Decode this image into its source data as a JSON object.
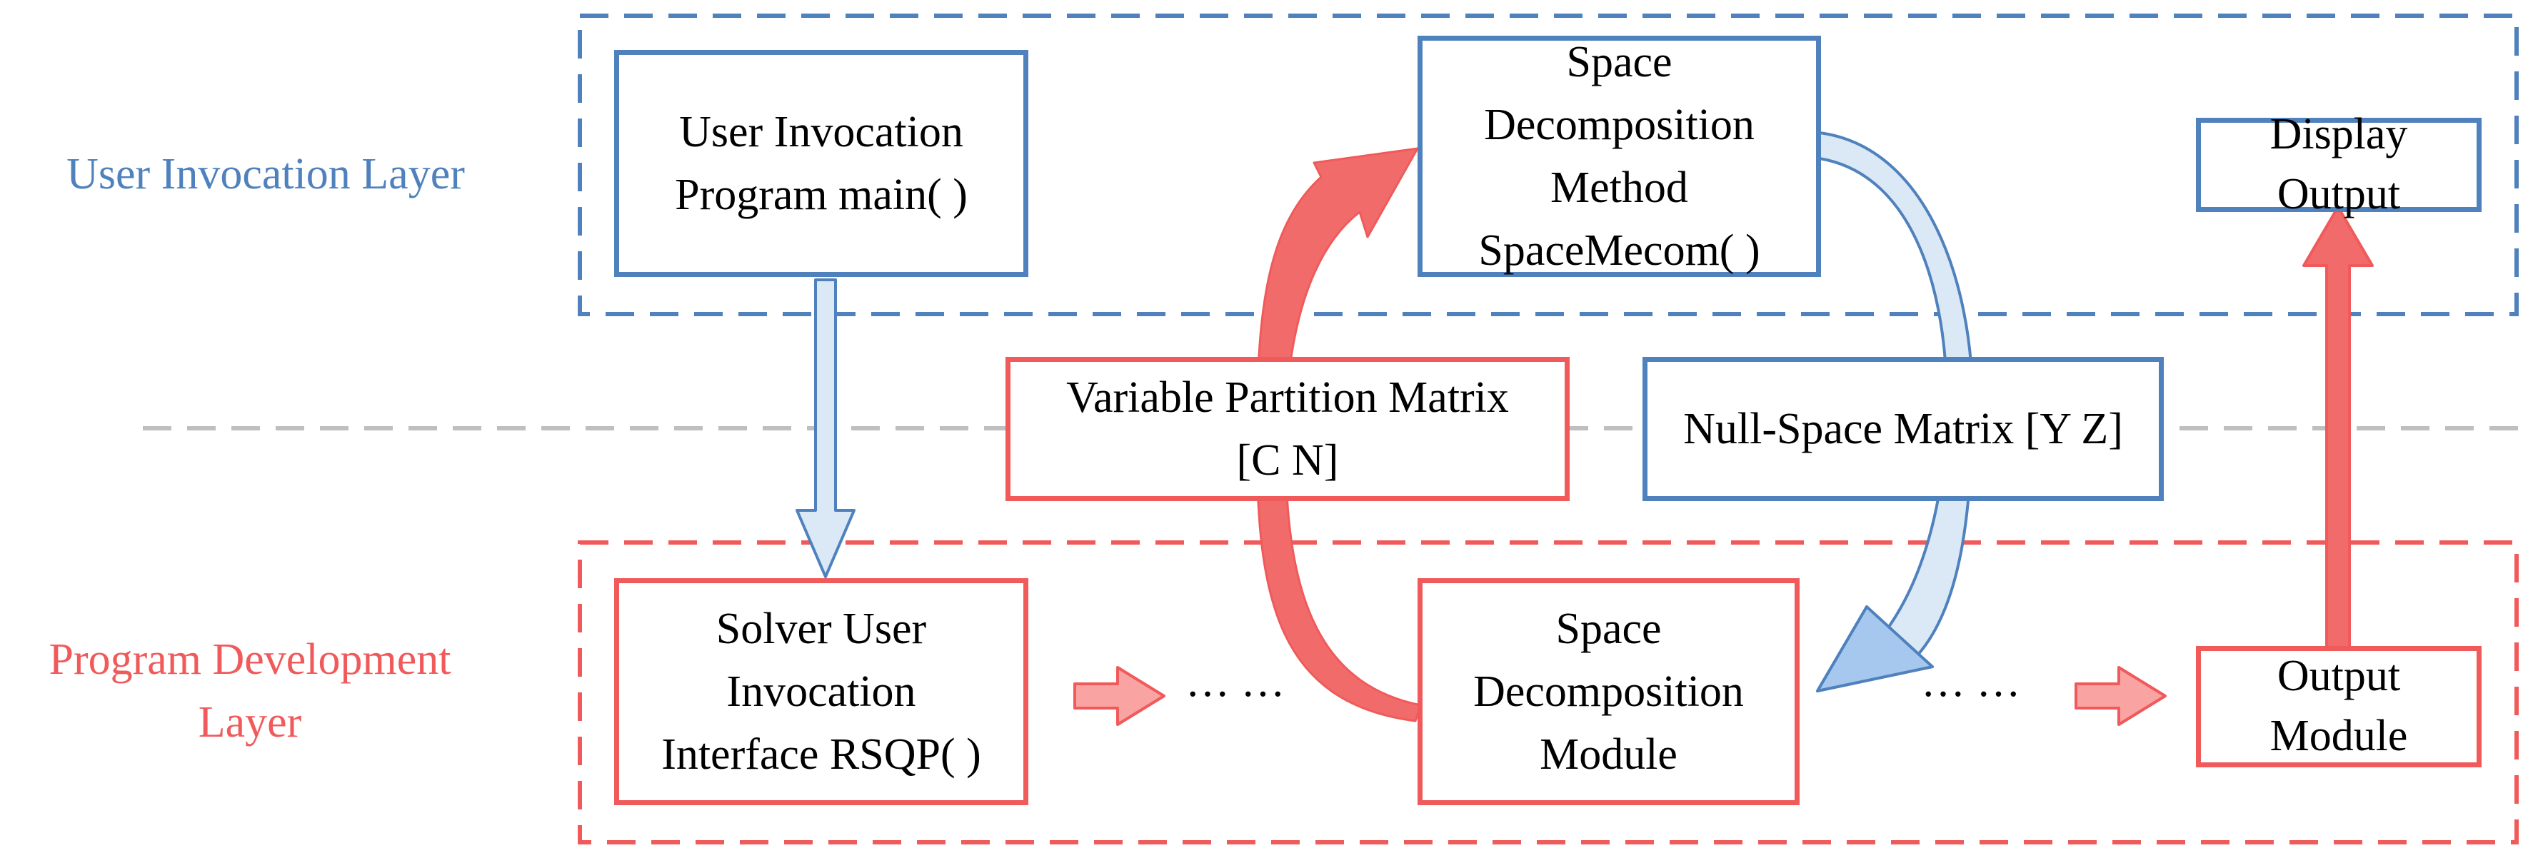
{
  "colors": {
    "user_layer": "#4f81bd",
    "dev_layer": "#f05a5a",
    "blue_fill": "#dbe8f6",
    "blue_fill_strong": "#a6c8ee",
    "red_fill": "#f26b6b",
    "red_fill_light": "#f9a3a3",
    "divider": "#bfbfbf"
  },
  "layers": {
    "user": {
      "label": "User Invocation Layer"
    },
    "development": {
      "label_lines": [
        "Program Development",
        "Layer"
      ]
    }
  },
  "boxes": {
    "main": {
      "lines": [
        "User Invocation",
        "Program main( )"
      ]
    },
    "spacemecom": {
      "lines": [
        "Space",
        "Decomposition",
        "Method",
        "SpaceMecom( )"
      ]
    },
    "display": {
      "lines": [
        "Display",
        "Output"
      ]
    },
    "partition": {
      "lines": [
        "Variable Partition Matrix",
        "[C N]"
      ]
    },
    "nullspace": {
      "lines": [
        "Null-Space Matrix [Y Z]"
      ]
    },
    "rsqp": {
      "lines": [
        "Solver User",
        "Invocation",
        "Interface RSQP( )"
      ]
    },
    "decomp_module": {
      "lines": [
        "Space",
        "Decomposition",
        "Module"
      ]
    },
    "output_module": {
      "lines": [
        "Output",
        "Module"
      ]
    }
  },
  "ellipses": {
    "left": "… …",
    "right": "… …"
  }
}
